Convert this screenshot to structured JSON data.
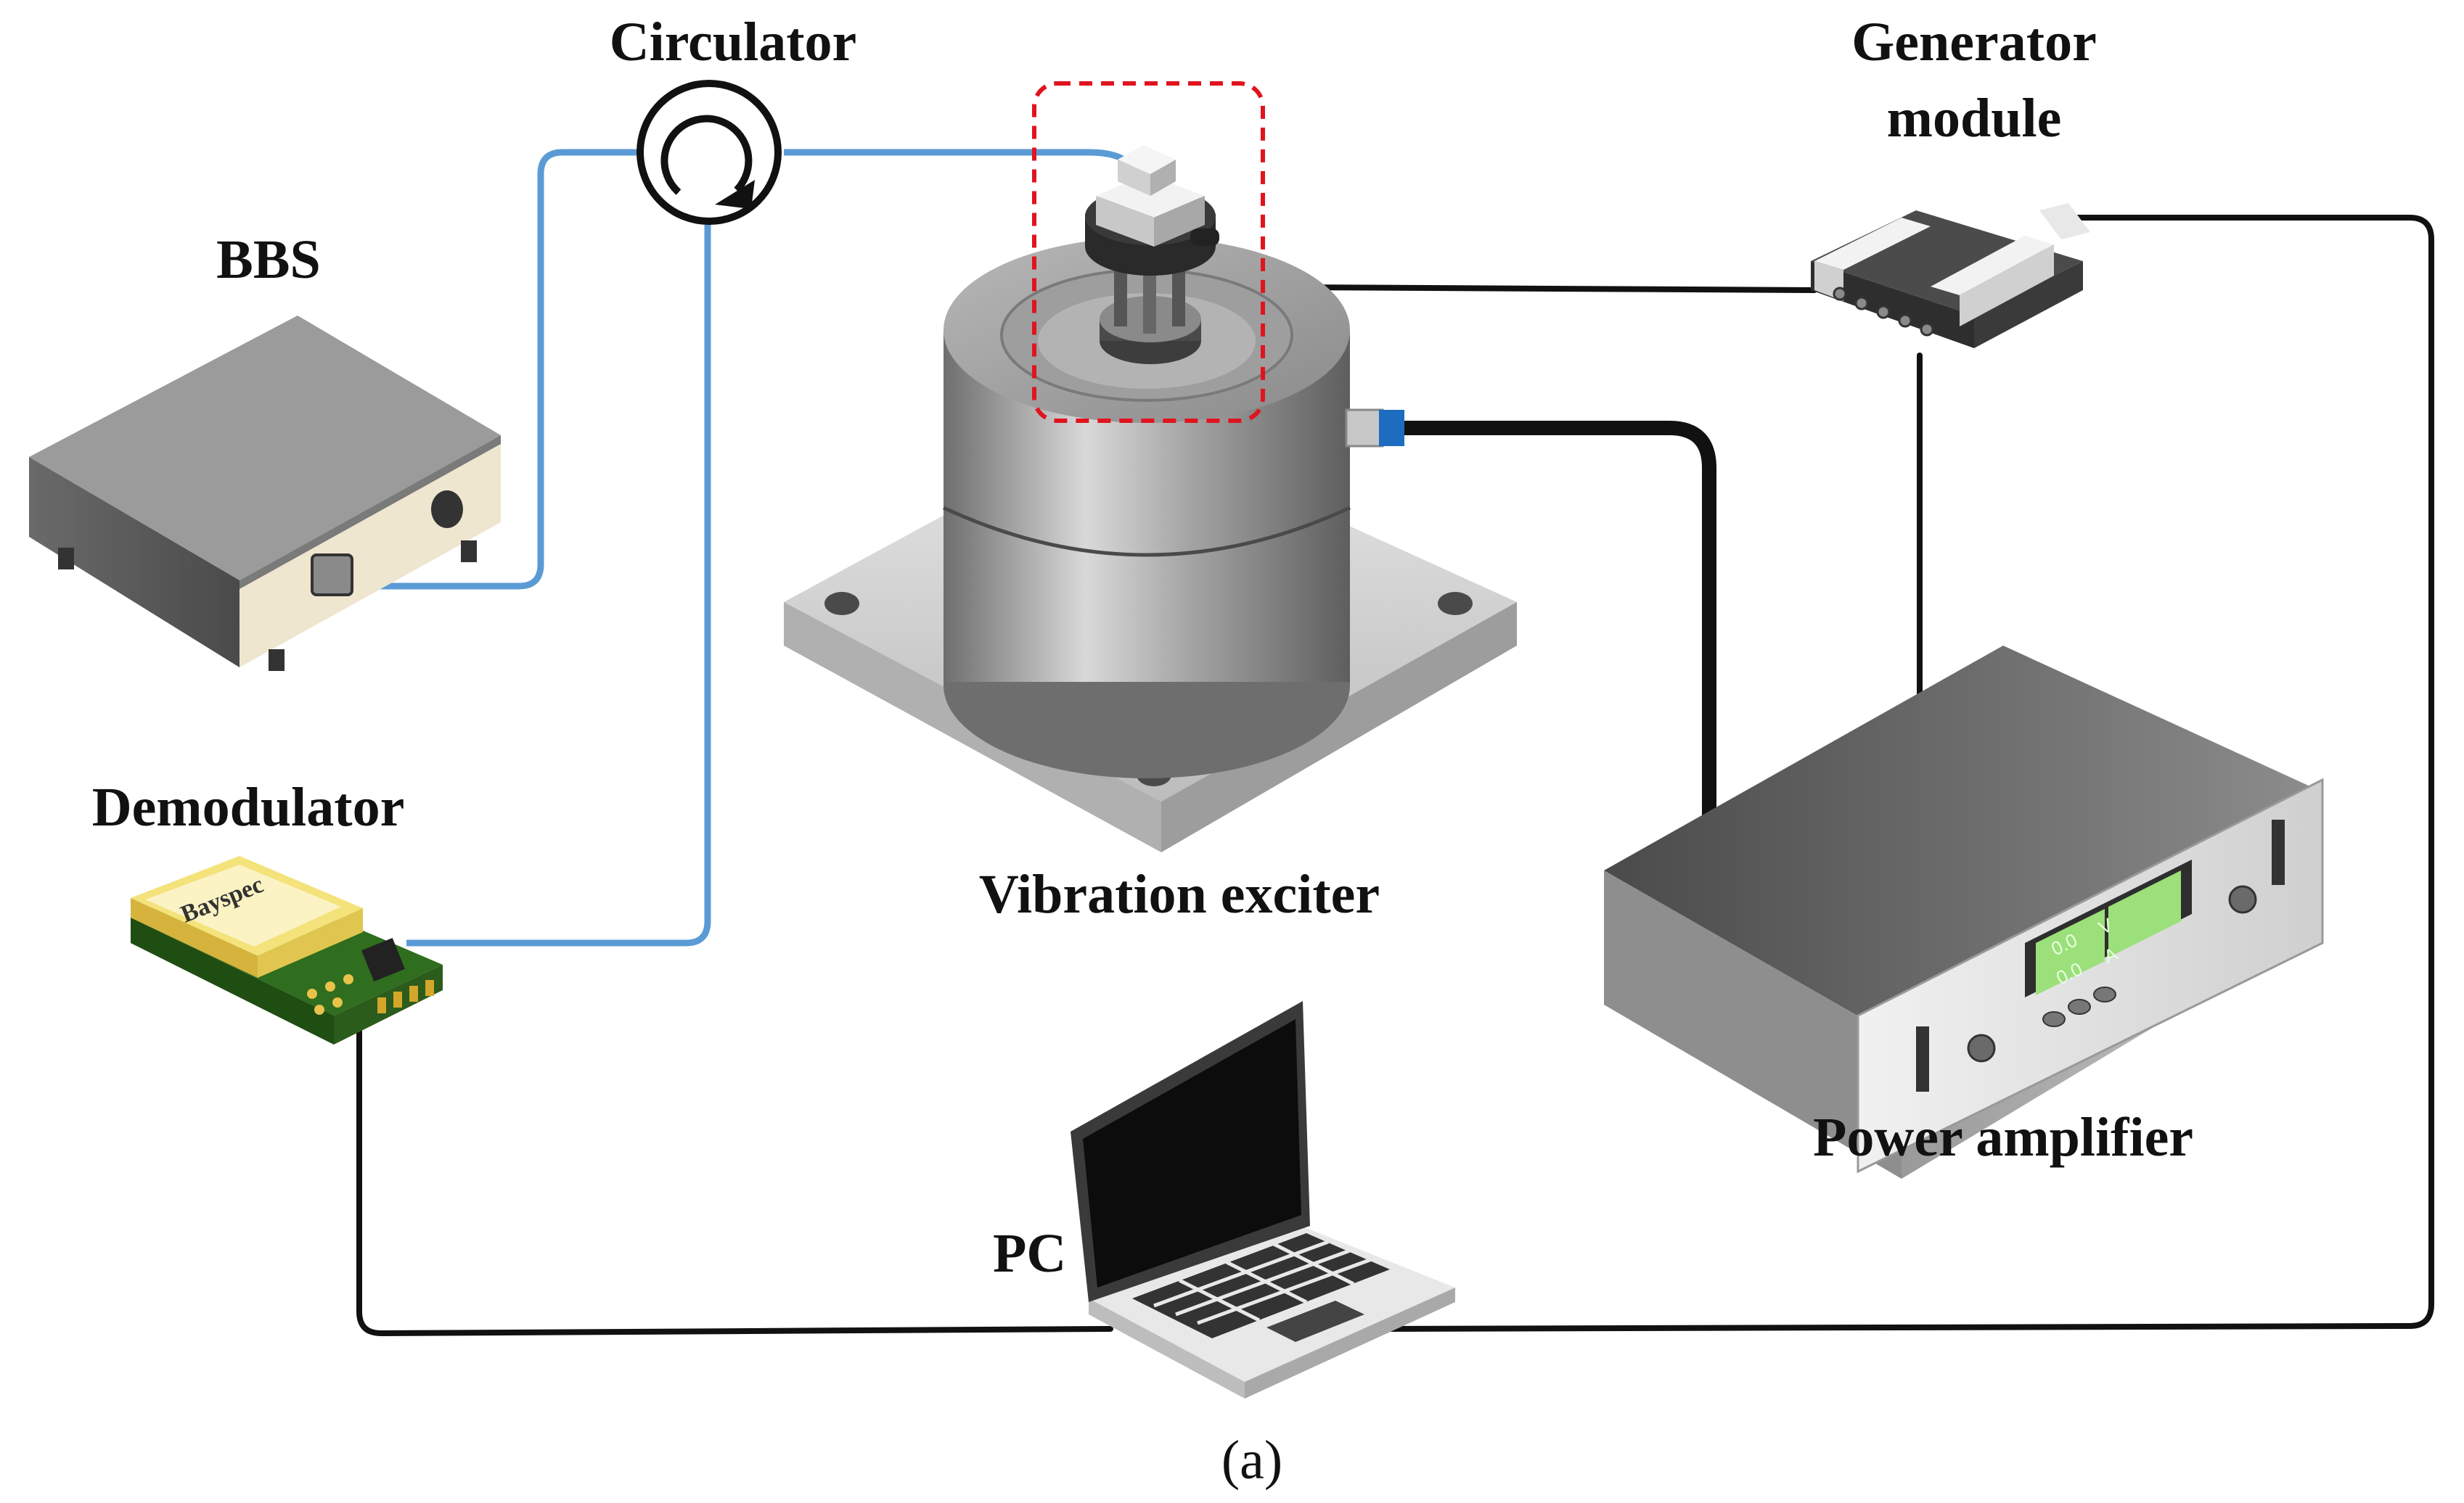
{
  "labels": {
    "circulator": "Circulator",
    "generator_line1": "Generator",
    "generator_line2": "module",
    "bbs": "BBS",
    "demodulator": "Demodulator",
    "vibration_exciter": "Vibration exciter",
    "power_amplifier": "Power amplifier",
    "pc": "PC",
    "caption": "(a)"
  },
  "device_text": {
    "demodulator_brand": "Bayspec",
    "amp_display_v_value": "0.0",
    "amp_display_v_unit": "V",
    "amp_display_a_value": "0.0",
    "amp_display_a_unit": "A"
  },
  "colors": {
    "fiber": "#5b9bd5",
    "cable": "#111111",
    "highlight_box": "#e0141e",
    "amp_display": "#9be07a",
    "pcb_green": "#3f7a2a",
    "label_yellow": "#f4e27a"
  }
}
